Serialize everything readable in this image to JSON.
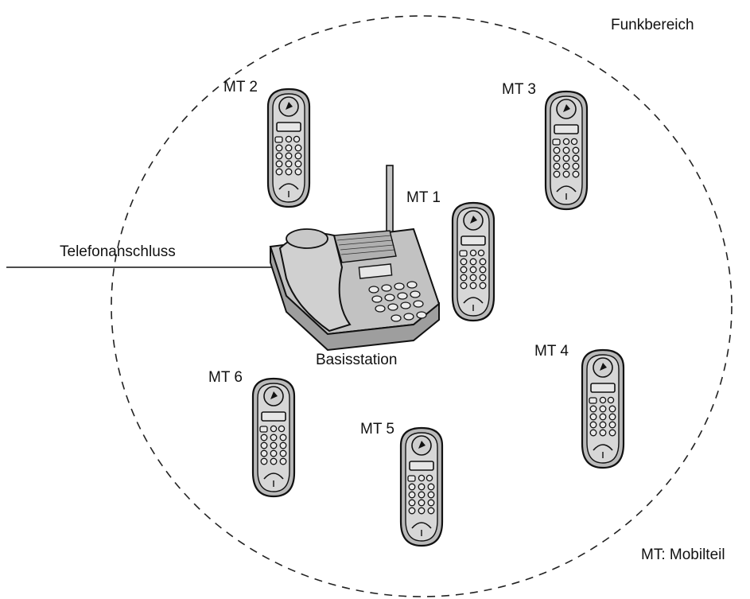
{
  "labels": {
    "radio_range": "Funkbereich",
    "phone_line": "Telefonanschluss",
    "base_station": "Basisstation",
    "legend": "MT: Mobilteil"
  },
  "handsets": [
    {
      "id": "mt1",
      "label": "MT 1"
    },
    {
      "id": "mt2",
      "label": "MT 2"
    },
    {
      "id": "mt3",
      "label": "MT 3"
    },
    {
      "id": "mt4",
      "label": "MT 4"
    },
    {
      "id": "mt5",
      "label": "MT 5"
    },
    {
      "id": "mt6",
      "label": "MT 6"
    }
  ]
}
